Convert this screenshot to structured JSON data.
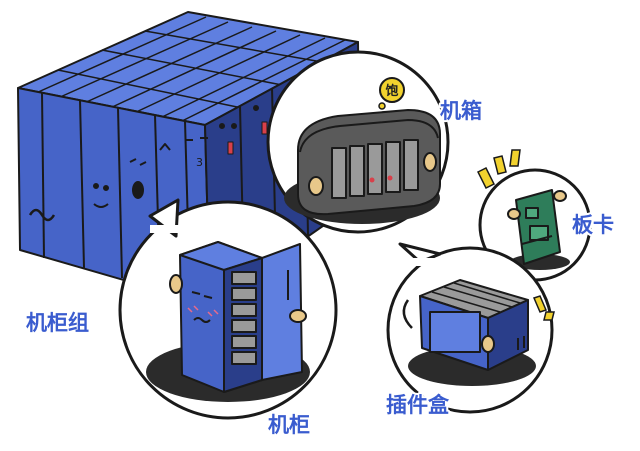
{
  "labels": {
    "cabinet_row": "机柜组",
    "cabinet": "机柜",
    "chassis": "机箱",
    "board_card": "板卡",
    "plugin_box": "插件盒"
  },
  "bubble_text": "饱",
  "colors": {
    "blue": "#4664c8",
    "blue_dark": "#2a3e8a",
    "blue_light": "#5f7fe0",
    "label_blue": "#3a5ccf",
    "outline": "#1a1a1a",
    "shadow": "#2b2b2b",
    "chassis_gray": "#5a5a5a",
    "slot_gray": "#9a9a9a",
    "board_green": "#2e7d5a",
    "tan": "#e8c88a",
    "yellow": "#f2d22e",
    "pink": "#e86a8a"
  }
}
